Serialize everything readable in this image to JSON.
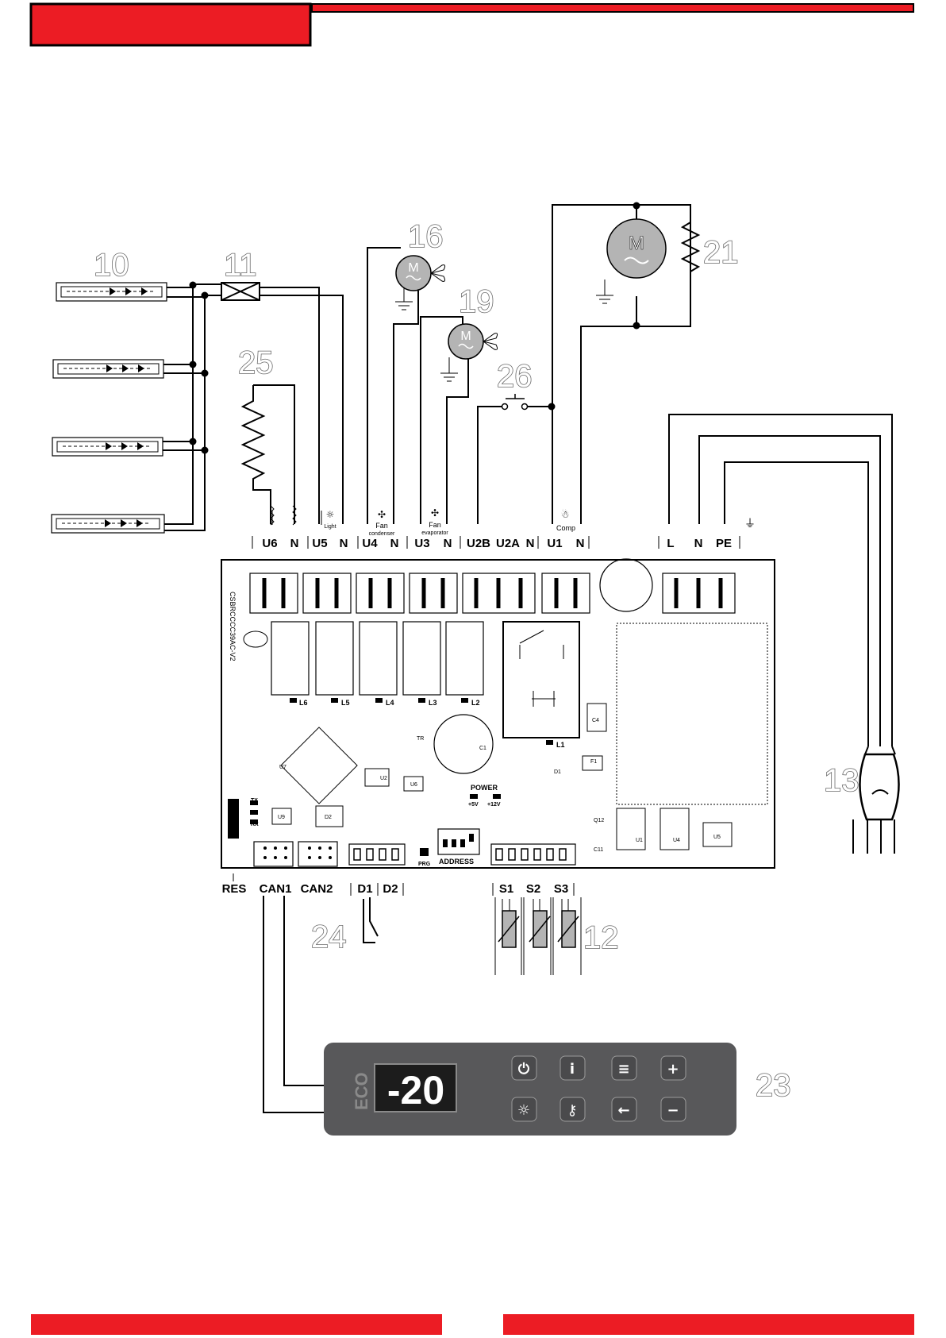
{
  "colors": {
    "accent_red": "#ec1c24",
    "panel_gray": "#58585a",
    "display_black": "#1c1c1c",
    "motor_gray": "#b4b4b4"
  },
  "callouts": {
    "c10": "10",
    "c11": "11",
    "c16": "16",
    "c19": "19",
    "c21": "21",
    "c25": "25",
    "c26": "26",
    "c13": "13",
    "c24": "24",
    "c12": "12",
    "c23": "23"
  },
  "motor_symbol": "M",
  "load_icons": {
    "light": "Light",
    "fan_condenser": "Fan",
    "fan_condenser_sub": "condenser",
    "fan_evaporator": "Fan",
    "fan_evaporator_sub": "evaporator",
    "comp": "Comp"
  },
  "top_terminals": [
    "U6",
    "N",
    "U5",
    "N",
    "U4",
    "N",
    "U3",
    "N",
    "U2B",
    "U2A",
    "N",
    "U1",
    "N"
  ],
  "power_terminals": [
    "L",
    "N",
    "PE"
  ],
  "bottom_terminals": {
    "res": "RES",
    "can1": "CAN1",
    "can2": "CAN2",
    "d1": "D1",
    "d2": "D2",
    "s1": "S1",
    "s2": "S2",
    "s3": "S3"
  },
  "pcb": {
    "model_code": "CSBRCCCC39AC-V2",
    "relay_labels": [
      "L6",
      "L5",
      "L4",
      "L3",
      "L2",
      "L1"
    ],
    "power_label": "POWER",
    "v5": "+5V",
    "v12": "+12V",
    "address_label": "ADDRESS",
    "prg_label": "PRG",
    "tx": "TX",
    "rx": "RX",
    "components": {
      "c1": "C1",
      "tr": "TR",
      "u7": "U7",
      "u2": "U2",
      "u6": "U6",
      "u9": "U9",
      "d2": "D2",
      "f1": "F1",
      "d1": "D1",
      "c4": "C4",
      "q12": "Q12",
      "c11": "C11",
      "u1": "U1",
      "u4": "U4",
      "u5": "U5"
    }
  },
  "controller": {
    "eco_label": "ECO",
    "display_value": "-20",
    "buttons": [
      {
        "name": "power",
        "icon": "power-icon",
        "glyph": "⏻"
      },
      {
        "name": "info",
        "icon": "info-icon",
        "glyph": "i"
      },
      {
        "name": "menu",
        "icon": "menu-icon",
        "glyph": "≡"
      },
      {
        "name": "plus",
        "icon": "plus-icon",
        "glyph": "+"
      },
      {
        "name": "light",
        "icon": "lightbulb-icon",
        "glyph": "☼"
      },
      {
        "name": "key",
        "icon": "key-icon",
        "glyph": "⚷"
      },
      {
        "name": "back",
        "icon": "back-arrow-icon",
        "glyph": "←"
      },
      {
        "name": "minus",
        "icon": "minus-icon",
        "glyph": "−"
      }
    ]
  }
}
